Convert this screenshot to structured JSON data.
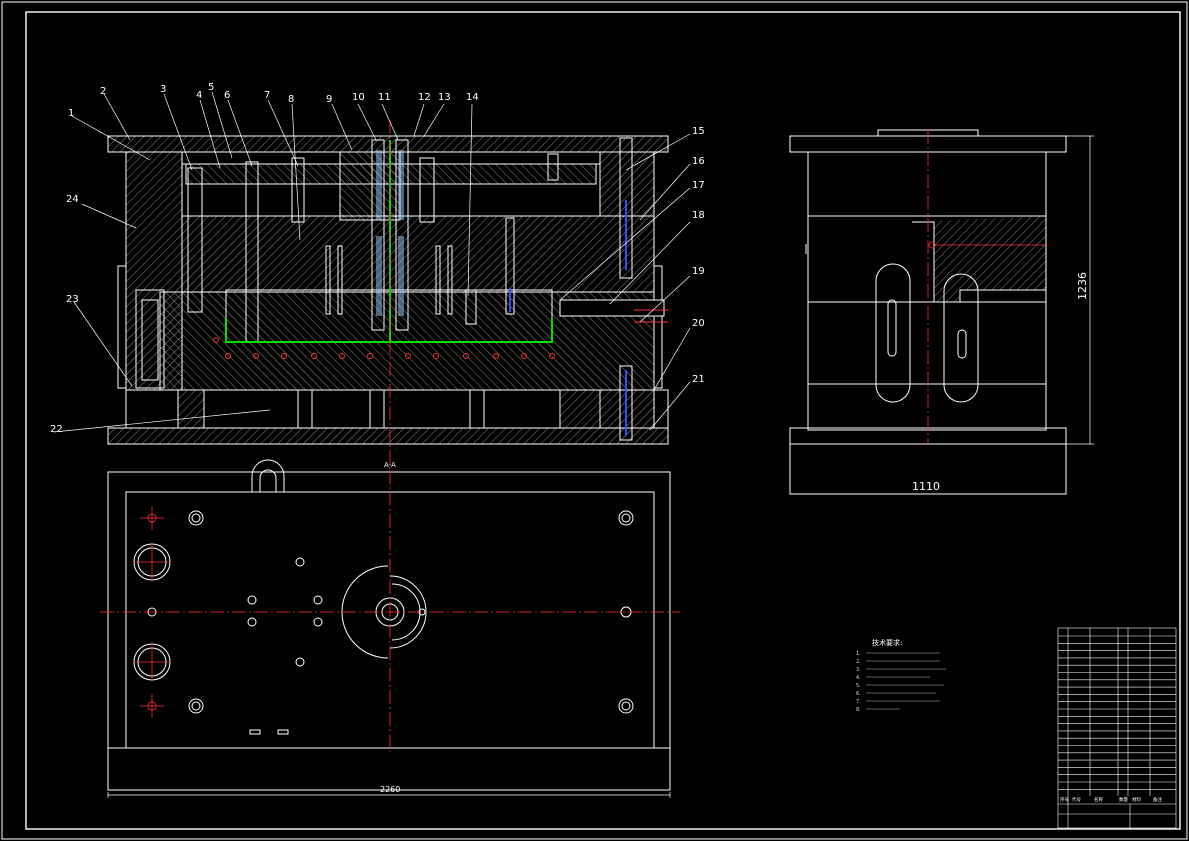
{
  "callouts": [
    "1",
    "2",
    "3",
    "4",
    "5",
    "6",
    "7",
    "8",
    "9",
    "10",
    "11",
    "12",
    "13",
    "14",
    "15",
    "16",
    "17",
    "18",
    "19",
    "20",
    "21",
    "22",
    "23",
    "24"
  ],
  "section_label": "A-A",
  "dimensions": {
    "plan_width": "2260",
    "side_width": "1110",
    "side_height": "1236"
  },
  "colors": {
    "outline": "#ffffff",
    "center_line": "#ff3030",
    "runner": "#00e000",
    "hatch": "#b8b8b8",
    "pin_blue": "#3050ff",
    "background": "#000000"
  },
  "tech_notes": {
    "title": "技术要求:",
    "lines": [
      "1.",
      "2.",
      "3.",
      "4.",
      "5.",
      "6.",
      "7.",
      "8."
    ]
  },
  "title_block": {
    "headers": [
      "序号",
      "代号",
      "名称",
      "数量",
      "材料",
      "备注"
    ]
  }
}
